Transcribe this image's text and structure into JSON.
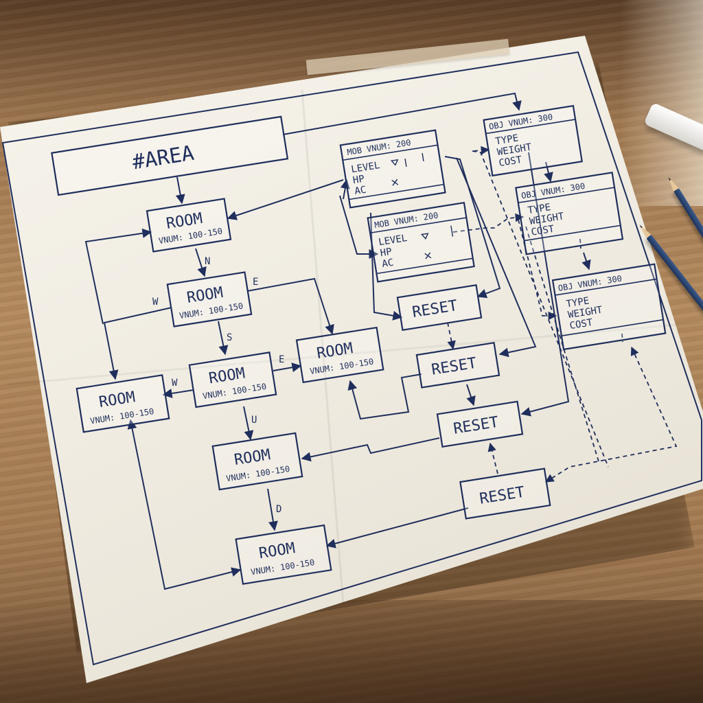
{
  "diagram": {
    "area": {
      "title": "#AREA"
    },
    "rooms": [
      {
        "id": "room-1",
        "label": "ROOM",
        "vnum": "VNUM: 100-150"
      },
      {
        "id": "room-2",
        "label": "ROOM",
        "vnum": "VNUM: 100-150"
      },
      {
        "id": "room-3",
        "label": "ROOM",
        "vnum": "VNUM: 100-150"
      },
      {
        "id": "room-4",
        "label": "ROOM",
        "vnum": "VNUM: 100-150"
      },
      {
        "id": "room-5",
        "label": "ROOM",
        "vnum": "VNUM: 100-150"
      },
      {
        "id": "room-6",
        "label": "ROOM",
        "vnum": "VNUM: 100-150"
      },
      {
        "id": "room-7",
        "label": "ROOM",
        "vnum": "VNUM: 100-150"
      }
    ],
    "mobs": [
      {
        "id": "mob-1",
        "header": "MOB VNUM: 200",
        "fields": [
          "LEVEL",
          "HP",
          "AC"
        ]
      },
      {
        "id": "mob-2",
        "header": "MOB VNUM: 200",
        "fields": [
          "LEVEL",
          "HP",
          "AC"
        ]
      }
    ],
    "objects": [
      {
        "id": "obj-1",
        "header": "OBJ VNUM: 300",
        "fields": [
          "TYPE",
          "WEIGHT",
          "COST"
        ]
      },
      {
        "id": "obj-2",
        "header": "OBJ VNUM: 300",
        "fields": [
          "TYPE",
          "WEIGHT",
          "COST"
        ]
      },
      {
        "id": "obj-3",
        "header": "OBJ VNUM: 300",
        "fields": [
          "TYPE",
          "WEIGHT",
          "COST"
        ]
      }
    ],
    "resets": [
      {
        "id": "reset-1",
        "label": "RESET"
      },
      {
        "id": "reset-2",
        "label": "RESET"
      },
      {
        "id": "reset-3",
        "label": "RESET"
      },
      {
        "id": "reset-4",
        "label": "RESET"
      }
    ],
    "directions": {
      "n": "N",
      "e1": "E",
      "w1": "W",
      "s": "S",
      "e2": "E",
      "w2": "W",
      "u": "U",
      "d": "D"
    },
    "ink_color": "#1f2e5c"
  }
}
